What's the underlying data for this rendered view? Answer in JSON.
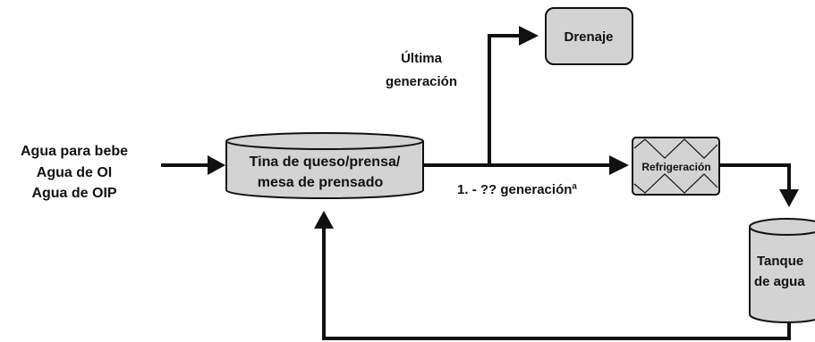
{
  "diagram": {
    "inputs": {
      "line1": "Agua para bebe",
      "line2": "Agua de OI",
      "line3": "Agua de OIP"
    },
    "vat": {
      "line1": "Tina de queso/prensa/",
      "line2": "mesa de prensado"
    },
    "drain": {
      "label": "Drenaje"
    },
    "last_generation": {
      "line1": "Última",
      "line2": "generación"
    },
    "generation_label": "1. - ?? generaciónª",
    "refrigeration": {
      "label": "Refrigeración"
    },
    "tank": {
      "line1": "Tanque",
      "line2": "de agua"
    },
    "colors": {
      "node_fill": "#d3d3d3",
      "stroke": "#111111",
      "background": "#ffffff"
    }
  }
}
